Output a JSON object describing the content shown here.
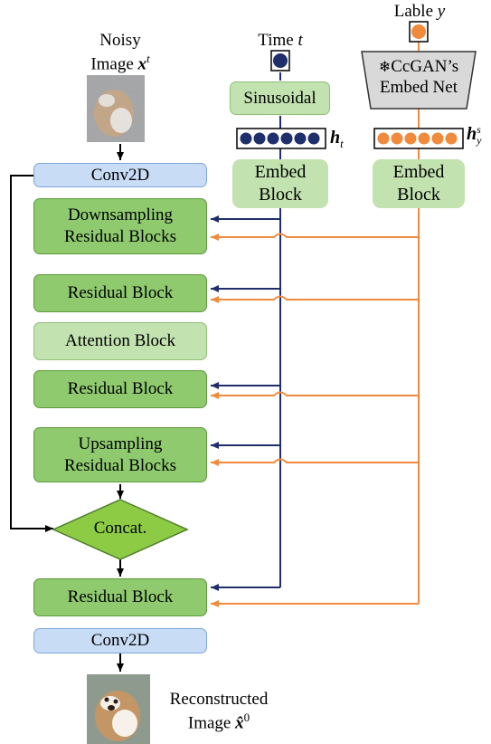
{
  "inputs": {
    "noisy_image_line1": "Noisy",
    "noisy_image_line2": "Image",
    "noisy_image_symbol": "x",
    "noisy_image_sup": "t",
    "time_label": "Time",
    "time_symbol": "t",
    "label_label": "Lable",
    "label_symbol": "y"
  },
  "time_branch": {
    "sinusoidal": "Sinusoidal",
    "vector_symbol": "h",
    "vector_sub": "t",
    "embed_line1": "Embed",
    "embed_line2": "Block"
  },
  "label_branch": {
    "embed_net_icon": "snowflake-icon",
    "embed_net_line1": "CcGAN’s",
    "embed_net_line2": "Embed Net",
    "snowflake": "❄",
    "vector_symbol": "h",
    "vector_sub": "y",
    "vector_sup": "s",
    "embed_line1": "Embed",
    "embed_line2": "Block"
  },
  "unet": {
    "conv_in": "Conv2D",
    "down_line1": "Downsampling",
    "down_line2": "Residual Blocks",
    "res1": "Residual Block",
    "attention": "Attention Block",
    "res2": "Residual Block",
    "up_line1": "Upsampling",
    "up_line2": "Residual Blocks",
    "concat": "Concat.",
    "res_out": "Residual Block",
    "conv_out": "Conv2D"
  },
  "output": {
    "line1": "Reconstructed",
    "line2": "Image",
    "symbol": "x̂",
    "sup": "0"
  },
  "colors": {
    "time_line": "#1f2f6b",
    "label_line": "#f08a3c",
    "green_block": "#8fca6e",
    "light_green_block": "#c2e2b0",
    "blue_block": "#c9dcf6",
    "concat_diamond": "#8dcb45"
  }
}
